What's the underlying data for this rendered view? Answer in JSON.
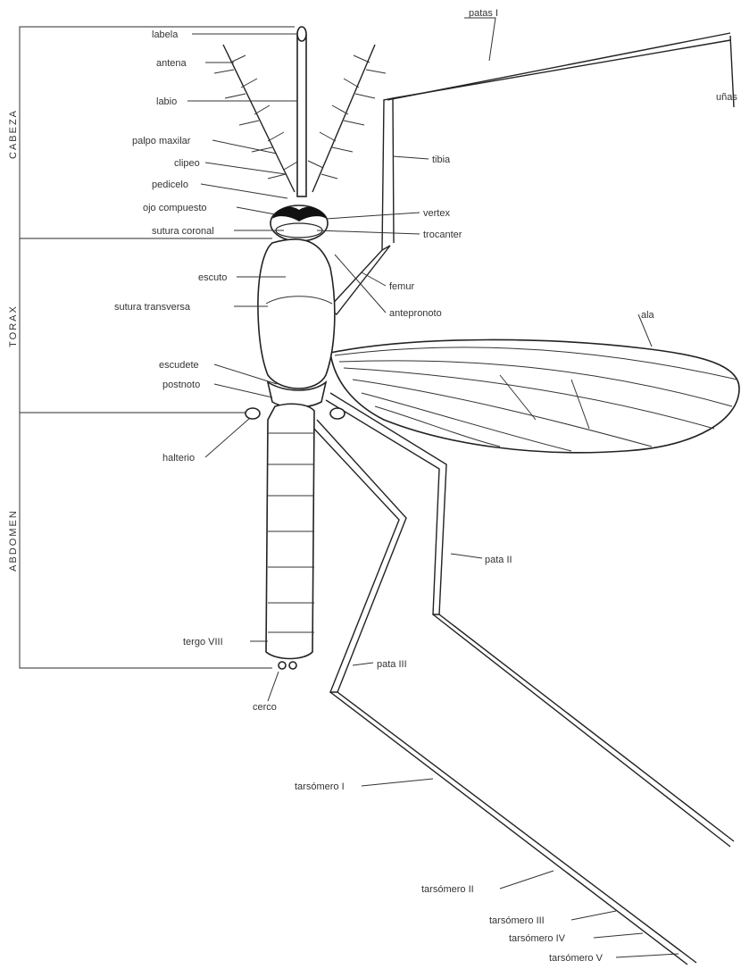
{
  "sections": {
    "head": "CABEZA",
    "thorax": "TORAX",
    "abdomen": "ABDOMEN"
  },
  "labels": {
    "labela": "labela",
    "antena": "antena",
    "labio": "labio",
    "palpo_maxilar": "palpo maxilar",
    "clipeo": "clipeo",
    "pedicelo": "pedicelo",
    "ojo_compuesto": "ojo compuesto",
    "sutura_coronal": "sutura coronal",
    "escuto": "escuto",
    "sutura_transversa": "sutura transversa",
    "escudete": "escudete",
    "postnoto": "postnoto",
    "halterio": "halterio",
    "tergo_viii": "tergo VIII",
    "cerco": "cerco",
    "patas_i": "patas I",
    "tibia": "tibia",
    "vertex": "vertex",
    "trocanter": "trocanter",
    "femur": "femur",
    "antepronoto": "antepronoto",
    "ala": "ala",
    "pata_ii": "pata II",
    "pata_iii": "pata III",
    "tarsomero_i": "tarsómero I",
    "tarsomero_ii": "tarsómero II",
    "tarsomero_iii": "tarsómero III",
    "tarsomero_iv": "tarsómero IV",
    "tarsomero_v": "tarsómero V",
    "unas": "uñas"
  }
}
